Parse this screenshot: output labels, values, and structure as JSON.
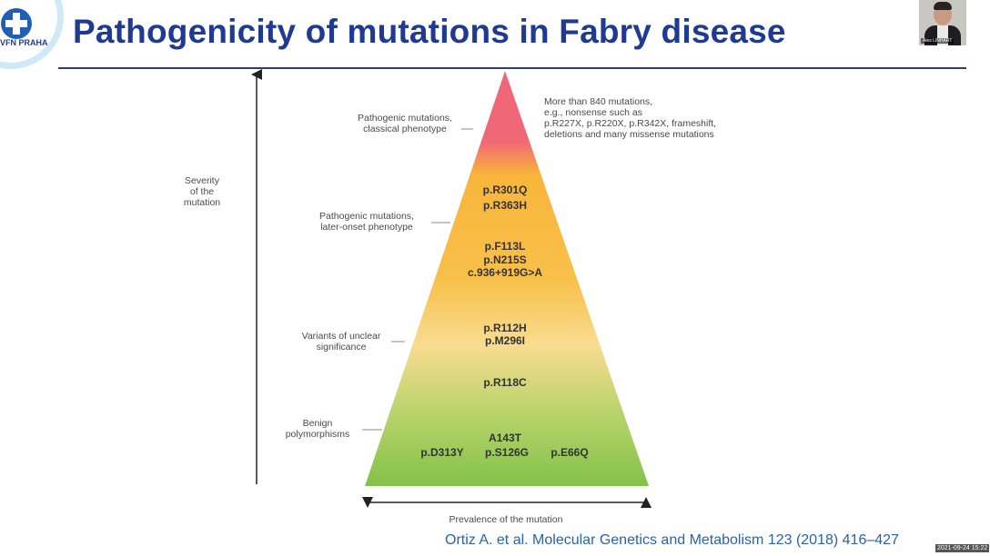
{
  "logo": {
    "text": "VFN PRAHA"
  },
  "title": "Pathogenicity of mutations in Fabry disease",
  "webcam": {
    "name_label": "Ales LINHART"
  },
  "figure": {
    "y_axis_label": [
      "Severity",
      "of the",
      "mutation"
    ],
    "x_axis_label": "Prevalence of the mutation",
    "levels": [
      {
        "label": [
          "Pathogenic mutations,",
          "classical phenotype"
        ]
      },
      {
        "label": [
          "Pathogenic mutations,",
          "later-onset phenotype"
        ]
      },
      {
        "label": [
          "Variants of unclear",
          "significance"
        ]
      },
      {
        "label": [
          "Benign",
          "polymorphisms"
        ]
      }
    ],
    "top_note": [
      "More than 840 mutations,",
      "e.g., nonsense such as",
      "p.R227X, p.R220X, p.R342X, frameshift,",
      "deletions and many missense mutations"
    ],
    "mutations": {
      "m1": "p.R301Q",
      "m2": "p.R363H",
      "m3": "p.F113L",
      "m4": "p.N215S",
      "m5": "c.936+919G>A",
      "m6": "p.R112H",
      "m7": "p.M296I",
      "m8": "p.R118C",
      "m9": "A143T",
      "m10": "p.D313Y",
      "m11": "p.S126G",
      "m12": "p.E66Q"
    },
    "colors": {
      "top": "#f06877",
      "orange": "#f8b53a",
      "yellow": "#f8dc90",
      "green": "#83c24a"
    }
  },
  "citation": "Ortiz A. et al.  Molecular Genetics and Metabolism 123 (2018) 416–427",
  "timestamp": "2021-09-24 15:22"
}
